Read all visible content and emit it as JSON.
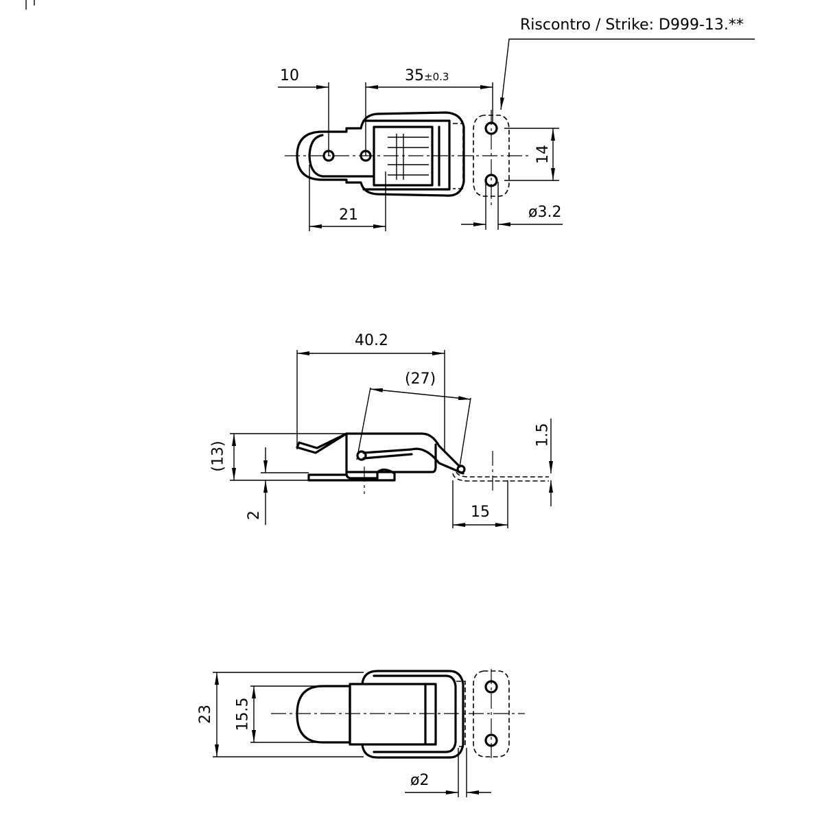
{
  "strike_note": "Riscontro / Strike: D999-13.**",
  "top_view": {
    "dim_10": "10",
    "dim_35": "35",
    "dim_35_tol": "±0.3",
    "dim_14": "14",
    "dim_21": "21",
    "dim_hole": "ø3.2"
  },
  "side_view": {
    "dim_40_2": "40.2",
    "dim_27": "(27)",
    "dim_13": "(13)",
    "dim_2": "2",
    "dim_1_5": "1.5",
    "dim_15": "15"
  },
  "bottom_view": {
    "dim_23": "23",
    "dim_15_5": "15.5",
    "dim_wire": "ø2"
  },
  "colors": {
    "line": "#000000",
    "background": "#ffffff"
  }
}
